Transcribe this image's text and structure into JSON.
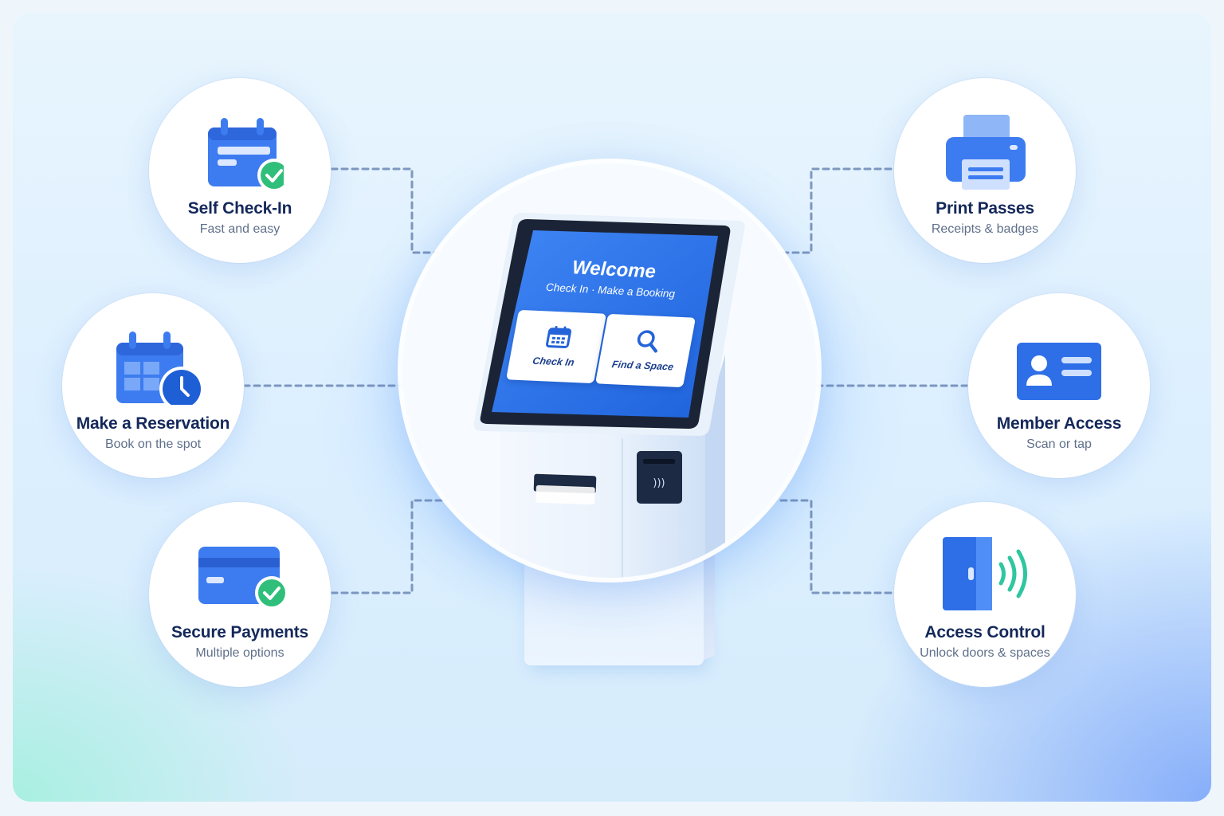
{
  "features": {
    "self_check_in": {
      "title": "Self Check-In",
      "subtitle": "Fast and easy",
      "icon": "calendar-check-icon"
    },
    "make_reservation": {
      "title": "Make a Reservation",
      "subtitle": "Book on the spot",
      "icon": "calendar-clock-icon"
    },
    "secure_payments": {
      "title": "Secure Payments",
      "subtitle": "Multiple options",
      "icon": "credit-card-check-icon"
    },
    "print_passes": {
      "title": "Print Passes",
      "subtitle": "Receipts & badges",
      "icon": "printer-icon"
    },
    "member_access": {
      "title": "Member Access",
      "subtitle": "Scan or tap",
      "icon": "id-card-icon"
    },
    "access_control": {
      "title": "Access Control",
      "subtitle": "Unlock doors & spaces",
      "icon": "door-wireless-icon"
    }
  },
  "kiosk": {
    "screen_title": "Welcome",
    "screen_subtitle": "Check In · Make a Booking",
    "tiles": {
      "check_in": "Check In",
      "find_space": "Find a Space"
    }
  },
  "colors": {
    "accent": "#2f6fe8",
    "accent_light": "#5b9bff",
    "check_green": "#2fbf7a",
    "title_text": "#14285a",
    "subtitle_text": "#5f6f8a",
    "connector": "#6c87b3"
  }
}
